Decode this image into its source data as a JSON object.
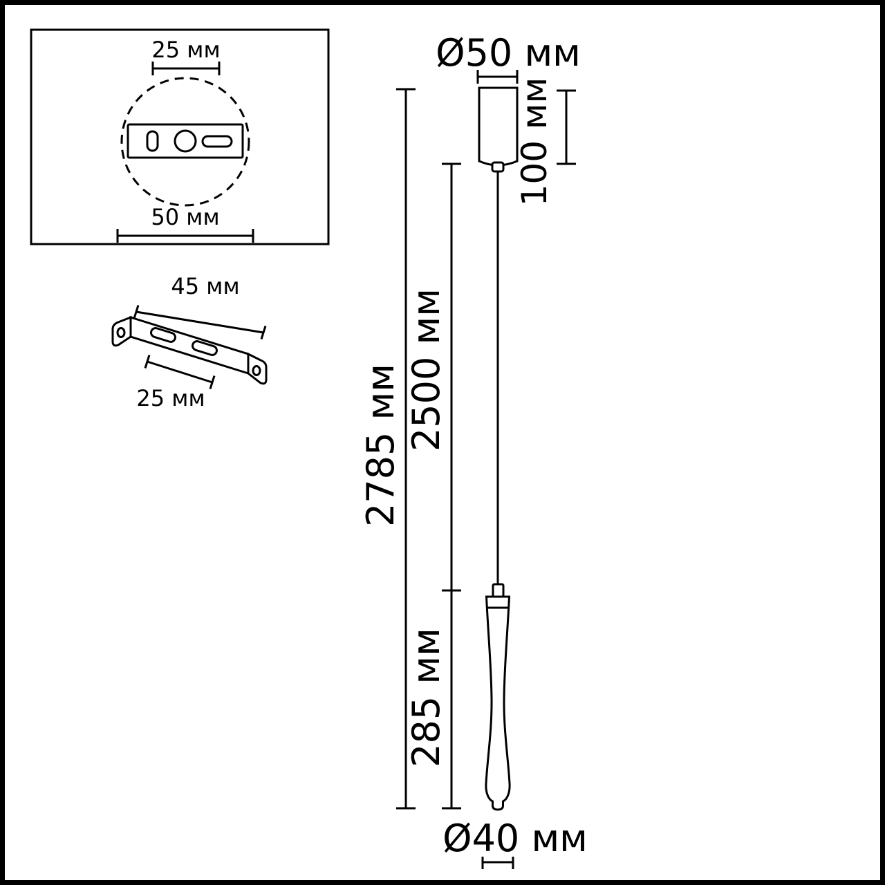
{
  "diagram": {
    "kind": "technical dimension drawing",
    "subject": "pendant light fixture with ceiling canopy, cable and mounting bracket"
  },
  "mount_plate": {
    "width_label": "25 мм",
    "diameter_label": "50 мм"
  },
  "bracket": {
    "length_label": "45 мм",
    "slot_spacing_label": "25 мм"
  },
  "lamp": {
    "canopy_diameter_label": "Ø50 мм",
    "canopy_height_label": "100 мм",
    "overall_height_label": "2785 мм",
    "cable_length_label": "2500 мм",
    "body_length_label": "285 мм",
    "body_diameter_label": "Ø40 мм"
  },
  "colors": {
    "line": "#000000",
    "background": "#ffffff"
  }
}
